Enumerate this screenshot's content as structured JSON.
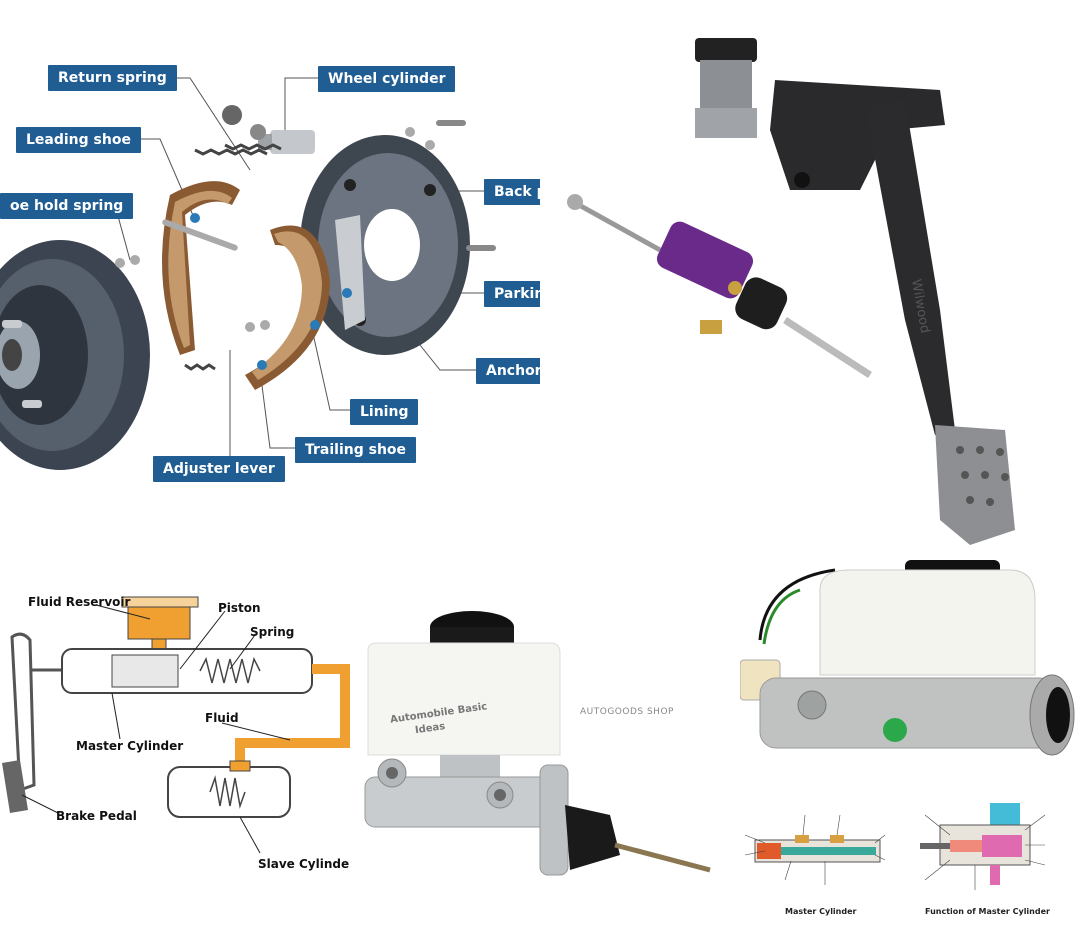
{
  "drum_brake": {
    "labels": {
      "return_spring": "Return spring",
      "wheel_cylinder": "Wheel cylinder",
      "leading_shoe": "Leading shoe",
      "hold_spring": "oe hold spring",
      "back_plate": "Back p",
      "parking": "Parkin",
      "anchor": "Anchor",
      "lining": "Lining",
      "trailing_shoe": "Trailing shoe",
      "adjuster_lever": "Adjuster lever"
    }
  },
  "clutch_pedal": {
    "pedal_branding": "Wilwood"
  },
  "hydraulic_diagram": {
    "labels": {
      "fluid_reservoir": "Fluid Reservoir",
      "piston": "Piston",
      "spring": "Spring",
      "fluid": "Fluid",
      "master_cylinder": "Master Cylinder",
      "brake_pedal": "Brake Pedal",
      "slave_cylinder": "Slave Cylinde"
    },
    "colors": {
      "fluid": "#f0a030"
    }
  },
  "master_cylinder_photo": {
    "reservoir_text_1": "Automobile Basic",
    "reservoir_text_2": "Ideas",
    "watermark": "AUTOGOODS SHOP"
  },
  "small_diagrams": {
    "left_caption": "Master Cylinder",
    "right_caption": "Function of Master Cylinder"
  }
}
